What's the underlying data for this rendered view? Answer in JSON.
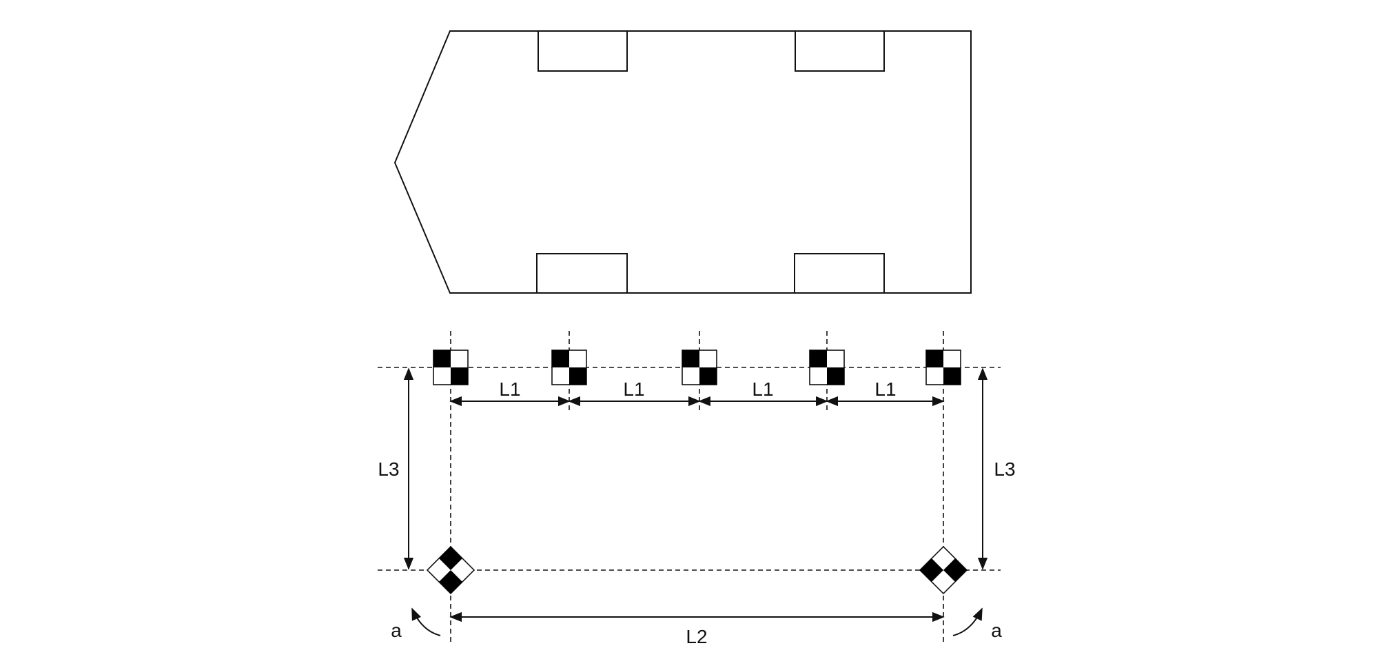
{
  "labels": {
    "l1": "L1",
    "l2": "L2",
    "l3": "L3",
    "angle": "a"
  },
  "target_counts": {
    "checkerboard_targets": 5,
    "diamond_targets": 2
  },
  "colors": {
    "stroke": "#111111",
    "fill": "#000000",
    "background": "#ffffff"
  }
}
